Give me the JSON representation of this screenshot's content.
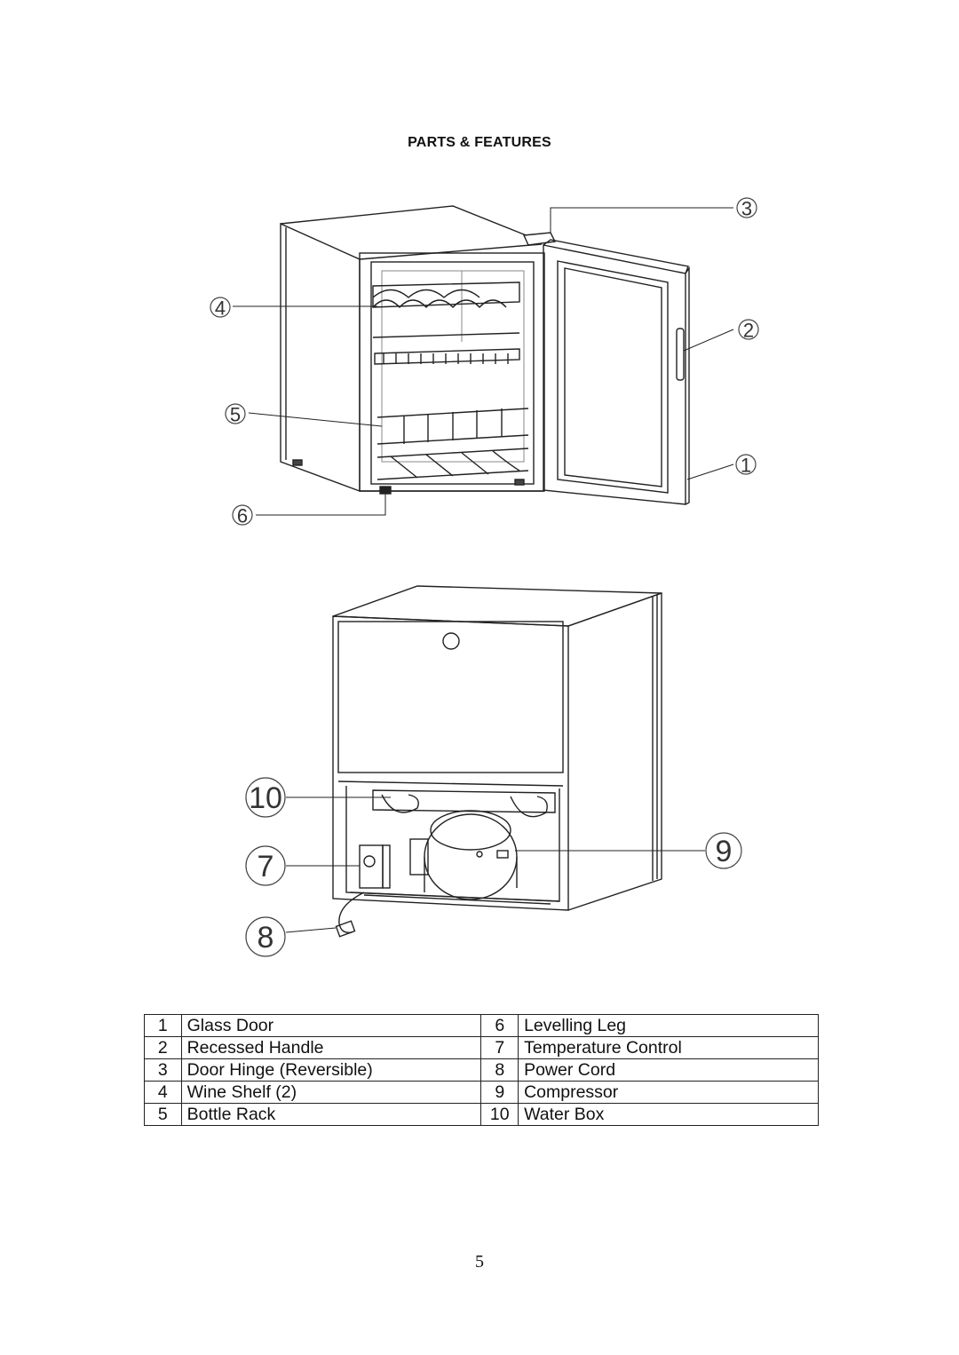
{
  "page": {
    "title": "PARTS & FEATURES",
    "page_number": "5"
  },
  "callouts": {
    "front": [
      "1",
      "2",
      "3",
      "4",
      "5",
      "6"
    ],
    "back": [
      "7",
      "8",
      "9",
      "10"
    ]
  },
  "parts": [
    {
      "num": "1",
      "label": "Glass Door"
    },
    {
      "num": "2",
      "label": "Recessed Handle"
    },
    {
      "num": "3",
      "label": "Door Hinge (Reversible)"
    },
    {
      "num": "4",
      "label": "Wine Shelf (2)"
    },
    {
      "num": "5",
      "label": "Bottle Rack"
    },
    {
      "num": "6",
      "label": "Levelling Leg"
    },
    {
      "num": "7",
      "label": "Temperature Control"
    },
    {
      "num": "8",
      "label": "Power Cord"
    },
    {
      "num": "9",
      "label": "Compressor"
    },
    {
      "num": "10",
      "label": "Water Box"
    }
  ]
}
